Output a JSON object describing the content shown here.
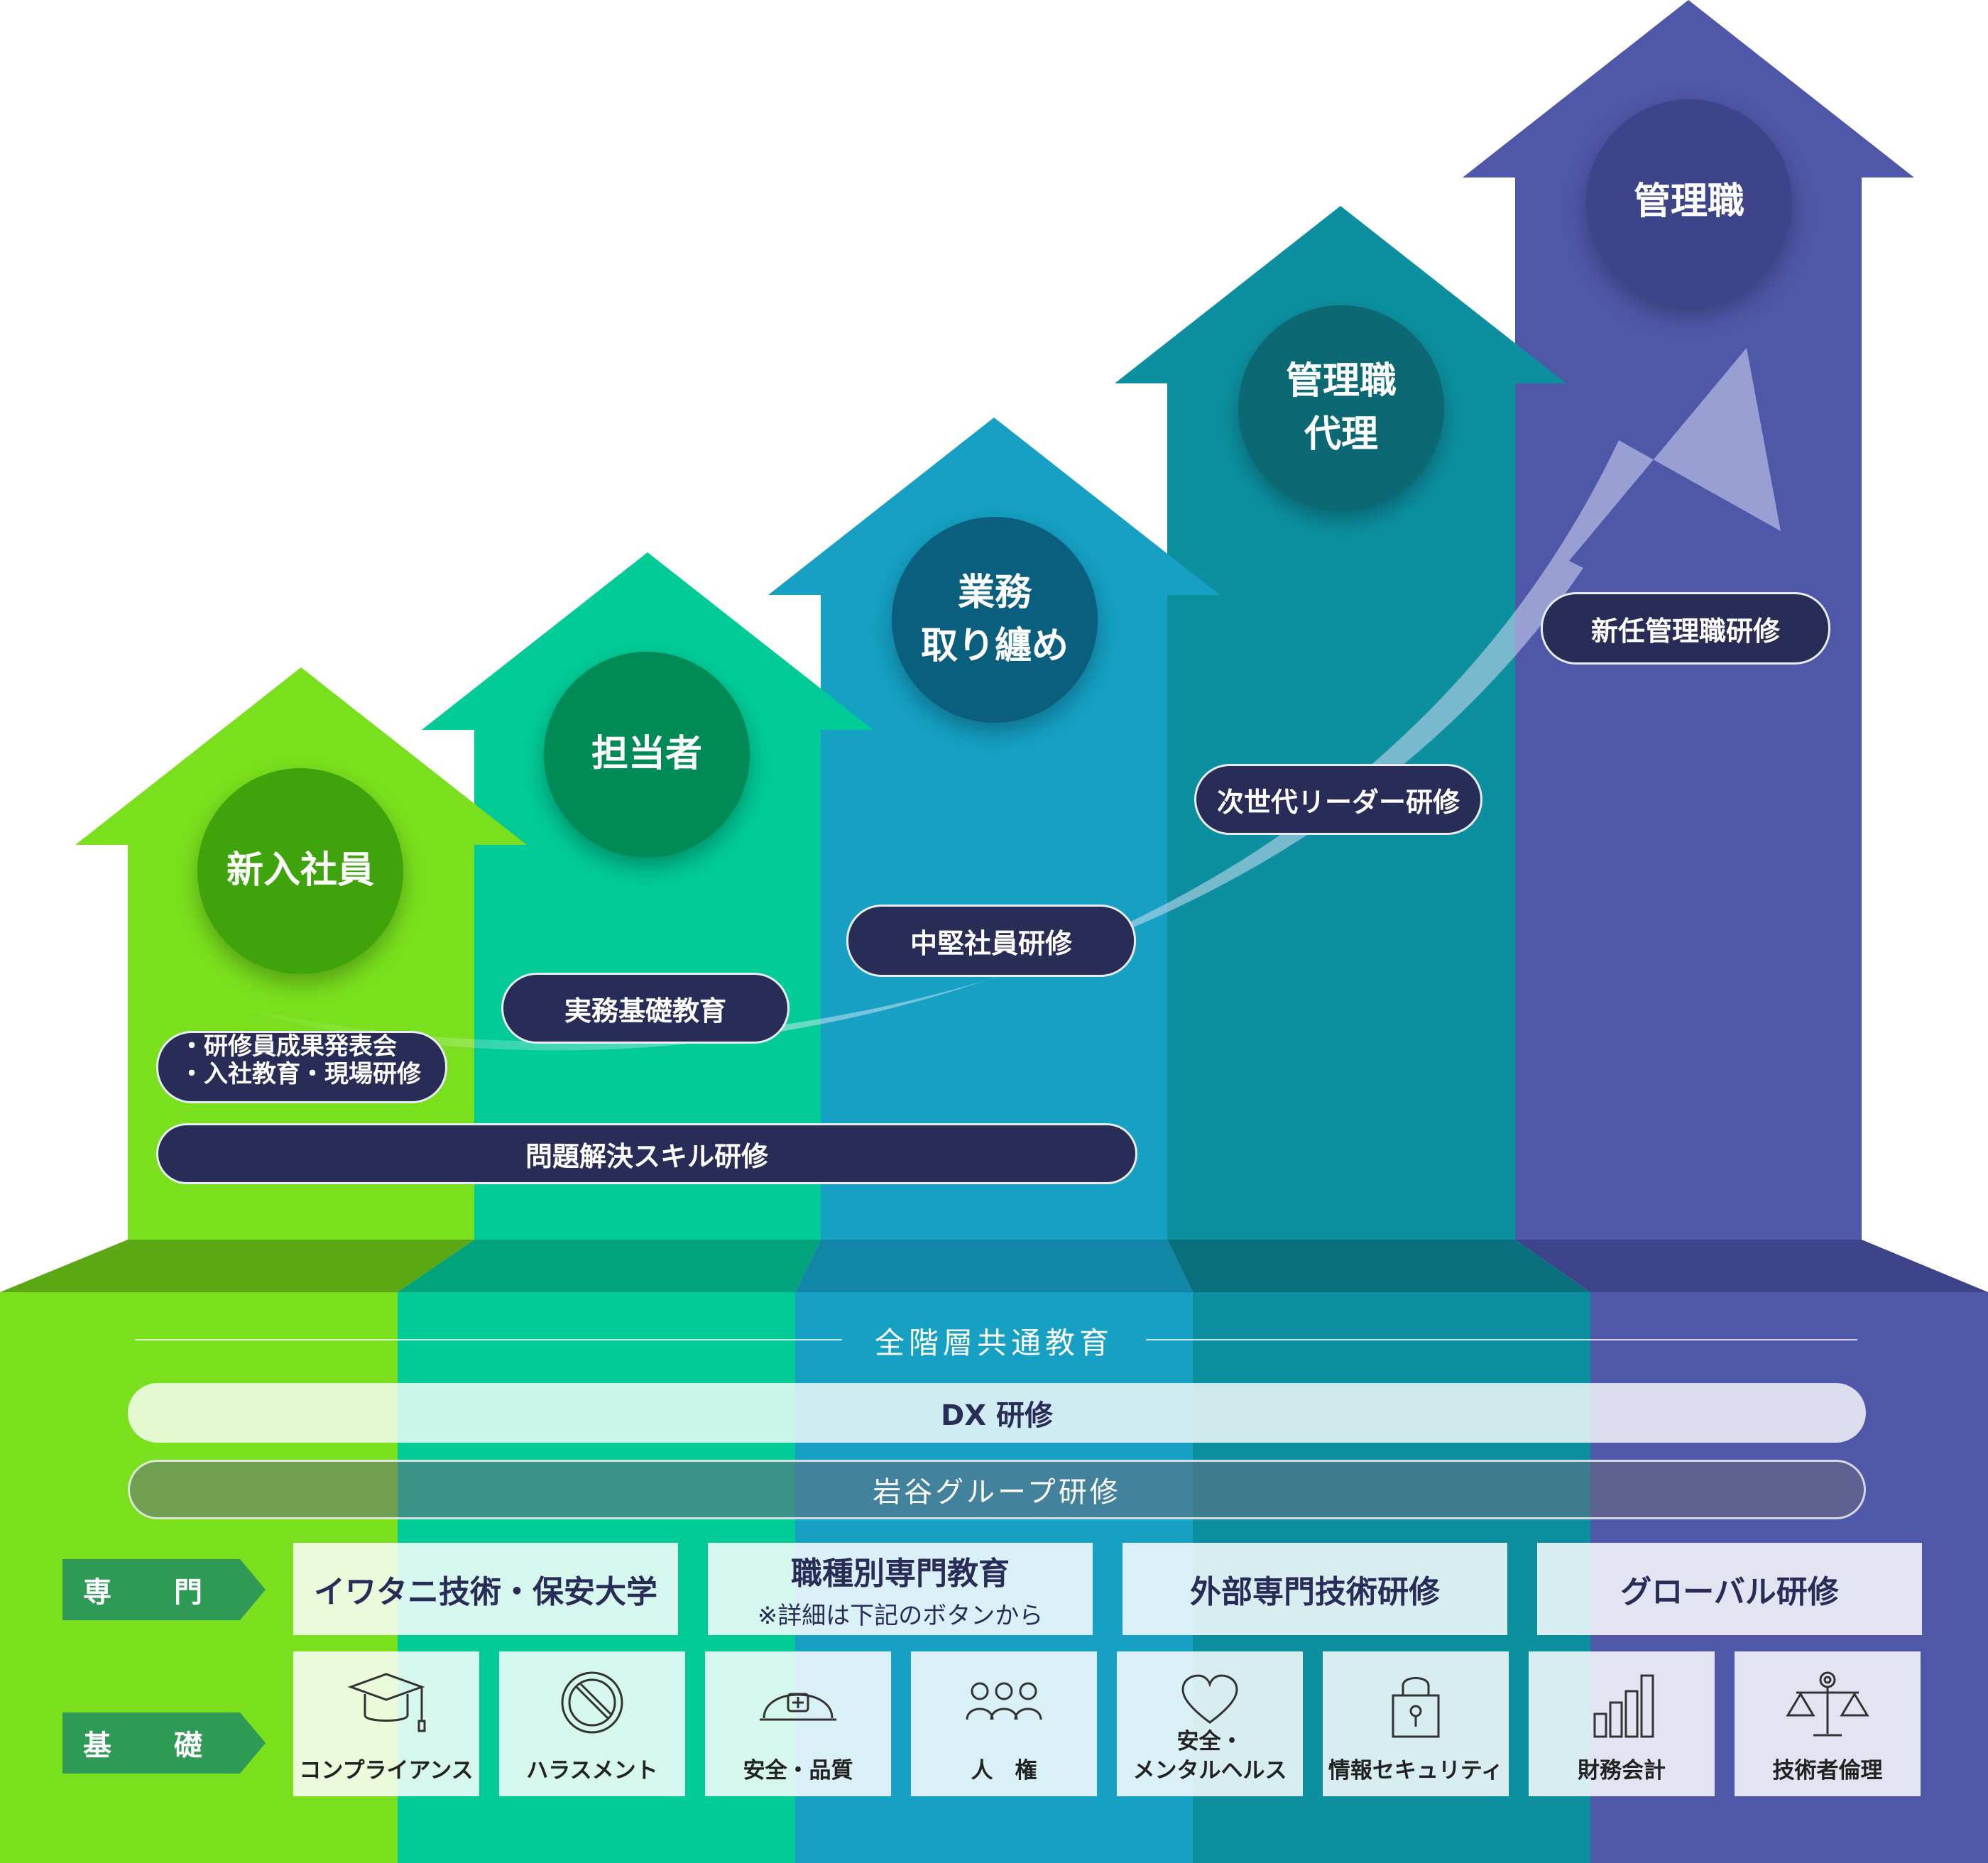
{
  "levels": [
    {
      "label": "新入社員",
      "color": "#7ae01d",
      "circle_color": "#3fa40c"
    },
    {
      "label": "担当者",
      "color": "#00cb96",
      "circle_color": "#008a55"
    },
    {
      "label": "業務\n取り纏め",
      "color": "#15a0c4",
      "circle_color": "#0b5f7e"
    },
    {
      "label": "管理職\n代理",
      "color": "#0c90a0",
      "circle_color": "#0c6872"
    },
    {
      "label": "管理職",
      "color": "#4f57a8",
      "circle_color": "#3e4489"
    }
  ],
  "programs": {
    "new_employee": [
      "・研修員成果発表会",
      "・入社教育・現場研修"
    ],
    "practical": "実務基礎教育",
    "mid": "中堅社員研修",
    "next_leader": "次世代リーダー研修",
    "new_manager": "新任管理職研修",
    "problem_solving": "問題解決スキル研修"
  },
  "common": {
    "title": "全階層共通教育",
    "dx": "DX 研修",
    "group": "岩谷グループ研修"
  },
  "specialized": {
    "row_label": "専　門",
    "items": [
      {
        "title": "イワタニ技術・保安大学",
        "note": ""
      },
      {
        "title": "職種別専門教育",
        "note": "※詳細は下記のボタンから"
      },
      {
        "title": "外部専門技術研修",
        "note": ""
      },
      {
        "title": "グローバル研修",
        "note": ""
      }
    ]
  },
  "basic": {
    "row_label": "基　礎",
    "items": [
      {
        "label": "コンプライアンス",
        "icon": "graduation-cap-icon"
      },
      {
        "label": "ハラスメント",
        "icon": "prohibited-icon"
      },
      {
        "label": "安全・品質",
        "icon": "safety-helmet-icon"
      },
      {
        "label": "人　権",
        "icon": "people-icon"
      },
      {
        "label": "安全・\nメンタルヘルス",
        "icon": "heart-icon"
      },
      {
        "label": "情報セキュリティ",
        "icon": "padlock-icon"
      },
      {
        "label": "財務会計",
        "icon": "bar-chart-icon"
      },
      {
        "label": "技術者倫理",
        "icon": "scales-gear-icon"
      }
    ]
  },
  "colors": {
    "pill_bg": "#2a2c58",
    "row_label_bg": "#2e9a55"
  }
}
